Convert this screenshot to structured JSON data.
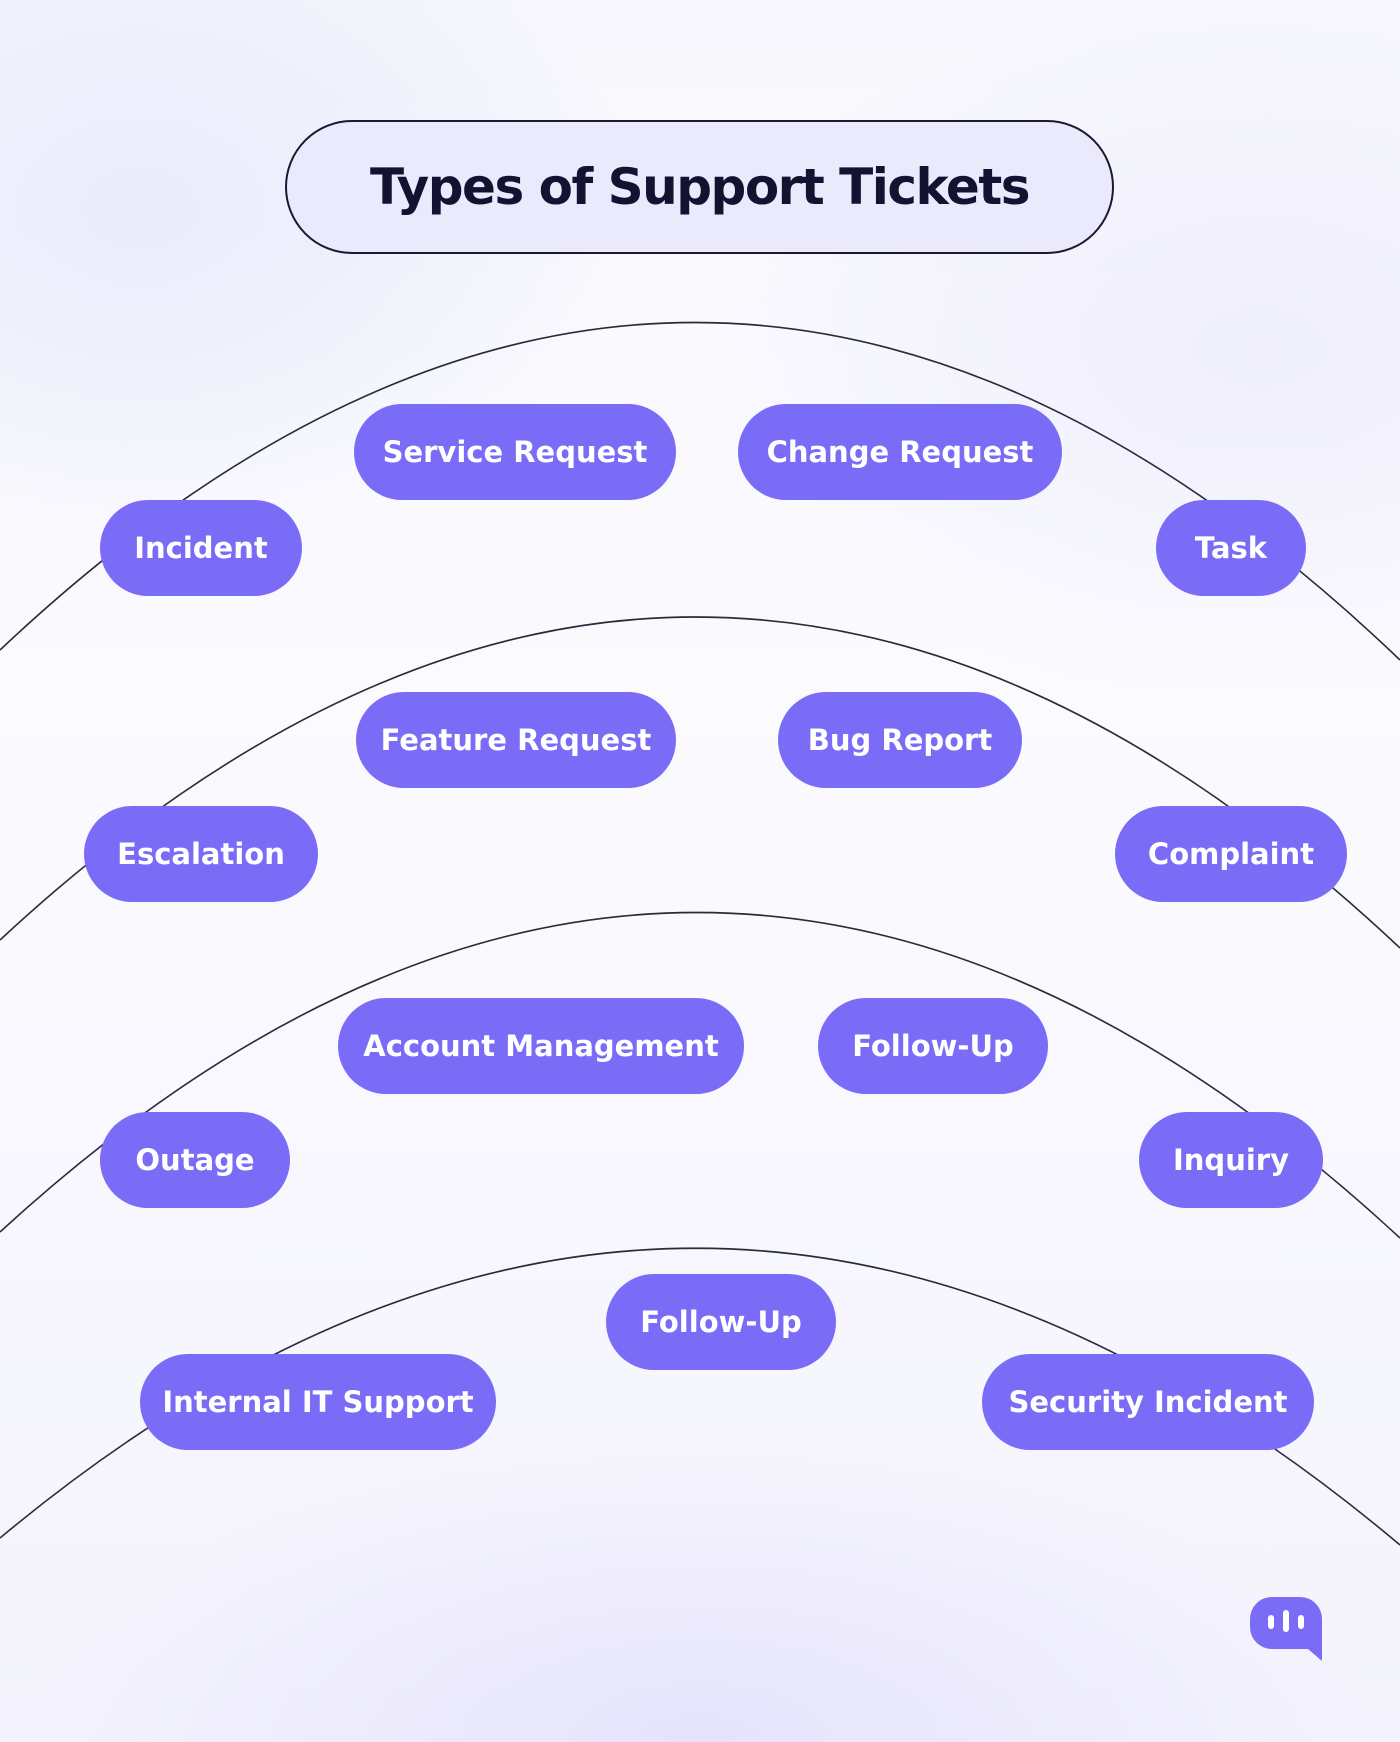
{
  "title": "Types of Support Tickets",
  "colors": {
    "pill_fill": "#7a6cf7",
    "pill_text": "#ffffff",
    "title_fill": "#ebe9fc",
    "title_border": "#1a1833",
    "connector": "#2a2a3a"
  },
  "rows": [
    {
      "items": [
        "Incident",
        "Service Request",
        "Change Request",
        "Task"
      ]
    },
    {
      "items": [
        "Escalation",
        "Feature Request",
        "Bug Report",
        "Complaint"
      ]
    },
    {
      "items": [
        "Outage",
        "Account Management",
        "Follow-Up",
        "Inquiry"
      ]
    },
    {
      "items": [
        "Internal IT Support",
        "Follow-Up",
        "Security Incident"
      ]
    }
  ],
  "logo": {
    "icon": "chat-bubble-bars-icon"
  }
}
